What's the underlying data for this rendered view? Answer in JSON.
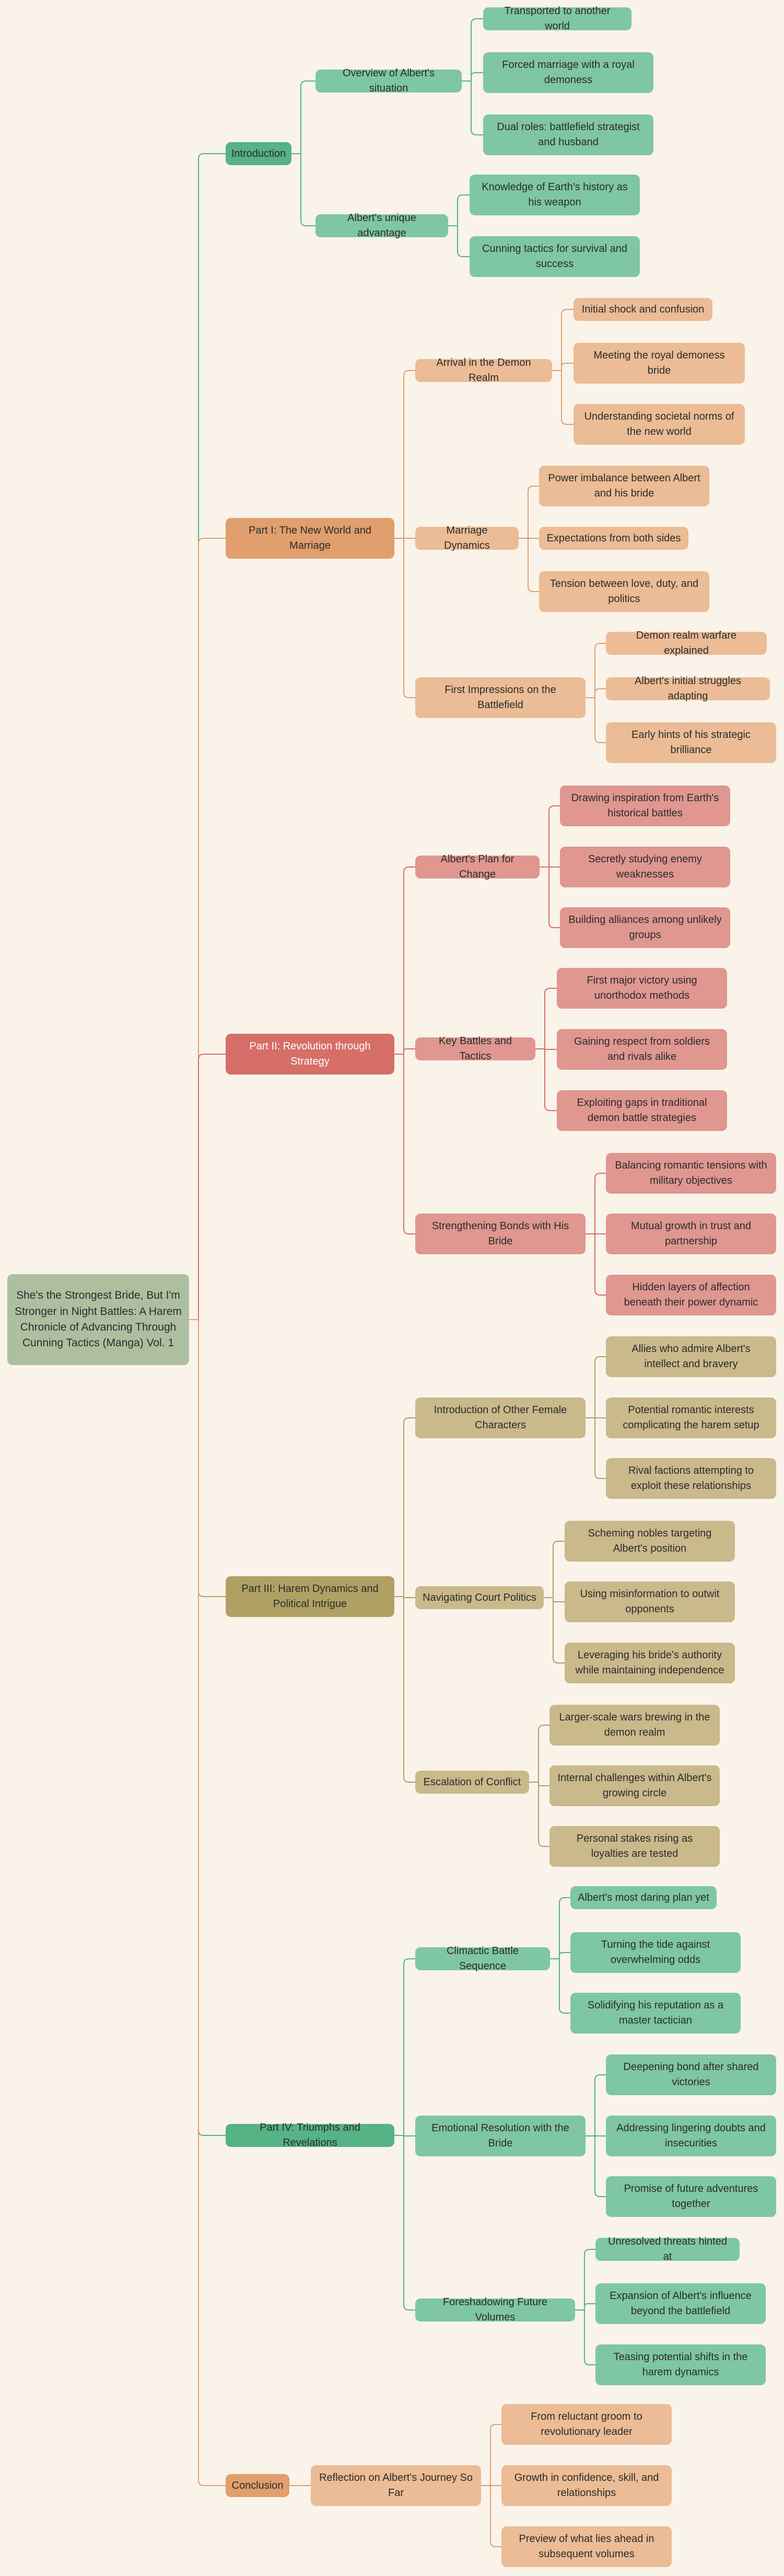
{
  "colors": {
    "background": "#f9f3ea",
    "root": "#aebf9f",
    "intro_main": "#55b386",
    "intro_sub": "#7fc6a4",
    "part1_main": "#e09f6c",
    "part1_sub": "#ebbc95",
    "part2_main": "#d56f68",
    "part2_sub": "#df9790",
    "part3_main": "#b1a064",
    "part3_sub": "#c9b98b",
    "part4_main": "#55b386",
    "part4_sub": "#7fc6a4",
    "concl_main": "#e09f6c",
    "concl_sub": "#ebbc95"
  },
  "root": "She's the Strongest Bride, But I'm Stronger in Night Battles: A Harem Chronicle of Advancing Through Cunning Tactics (Manga) Vol. 1",
  "branches": [
    {
      "label": "Introduction",
      "children": [
        {
          "label": "Overview of Albert's situation",
          "children": [
            "Transported to another world",
            "Forced marriage with a royal demoness",
            "Dual roles: battlefield strategist and husband"
          ]
        },
        {
          "label": "Albert's unique advantage",
          "children": [
            "Knowledge of Earth's history as his weapon",
            "Cunning tactics for survival and success"
          ]
        }
      ]
    },
    {
      "label": "Part I: The New World and Marriage",
      "children": [
        {
          "label": "Arrival in the Demon Realm",
          "children": [
            "Initial shock and confusion",
            "Meeting the royal demoness bride",
            "Understanding societal norms of the new world"
          ]
        },
        {
          "label": "Marriage Dynamics",
          "children": [
            "Power imbalance between Albert and his bride",
            "Expectations from both sides",
            "Tension between love, duty, and politics"
          ]
        },
        {
          "label": "First Impressions on the Battlefield",
          "children": [
            "Demon realm warfare explained",
            "Albert's initial struggles adapting",
            "Early hints of his strategic brilliance"
          ]
        }
      ]
    },
    {
      "label": "Part II: Revolution through Strategy",
      "children": [
        {
          "label": "Albert's Plan for Change",
          "children": [
            "Drawing inspiration from Earth's historical battles",
            "Secretly studying enemy weaknesses",
            "Building alliances among unlikely groups"
          ]
        },
        {
          "label": "Key Battles and Tactics",
          "children": [
            "First major victory using unorthodox methods",
            "Gaining respect from soldiers and rivals alike",
            "Exploiting gaps in traditional demon battle strategies"
          ]
        },
        {
          "label": "Strengthening Bonds with His Bride",
          "children": [
            "Balancing romantic tensions with military objectives",
            "Mutual growth in trust and partnership",
            "Hidden layers of affection beneath their power dynamic"
          ]
        }
      ]
    },
    {
      "label": "Part III: Harem Dynamics and Political Intrigue",
      "children": [
        {
          "label": "Introduction of Other Female Characters",
          "children": [
            "Allies who admire Albert's intellect and bravery",
            "Potential romantic interests complicating the harem setup",
            "Rival factions attempting to exploit these relationships"
          ]
        },
        {
          "label": "Navigating Court Politics",
          "children": [
            "Scheming nobles targeting Albert's position",
            "Using misinformation to outwit opponents",
            "Leveraging his bride's authority while maintaining independence"
          ]
        },
        {
          "label": "Escalation of Conflict",
          "children": [
            "Larger-scale wars brewing in the demon realm",
            "Internal challenges within Albert's growing circle",
            "Personal stakes rising as loyalties are tested"
          ]
        }
      ]
    },
    {
      "label": "Part IV: Triumphs and Revelations",
      "children": [
        {
          "label": "Climactic Battle Sequence",
          "children": [
            "Albert's most daring plan yet",
            "Turning the tide against overwhelming odds",
            "Solidifying his reputation as a master tactician"
          ]
        },
        {
          "label": "Emotional Resolution with the Bride",
          "children": [
            "Deepening bond after shared victories",
            "Addressing lingering doubts and insecurities",
            "Promise of future adventures together"
          ]
        },
        {
          "label": "Foreshadowing Future Volumes",
          "children": [
            "Unresolved threats hinted at",
            "Expansion of Albert's influence beyond the battlefield",
            "Teasing potential shifts in the harem dynamics"
          ]
        }
      ]
    },
    {
      "label": "Conclusion",
      "children": [
        {
          "label": "Reflection on Albert's Journey So Far",
          "children": [
            "From reluctant groom to revolutionary leader",
            "Growth in confidence, skill, and relationships",
            "Preview of what lies ahead in subsequent volumes"
          ]
        }
      ]
    }
  ]
}
